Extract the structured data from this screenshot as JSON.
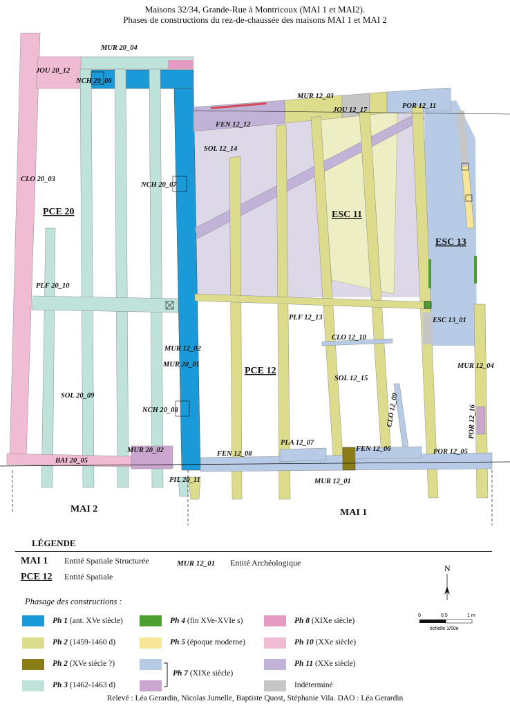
{
  "header": {
    "line1": "Maisons 32/34, Grande-Rue à Montricoux (MAI 1 et MAI2).",
    "line2": "Phases de constructions du rez-de-chaussée des maisons MAI 1 et MAI 2"
  },
  "colors": {
    "ph1": "#1a9ad9",
    "ph2": "#dcdc8c",
    "ph2b": "#8a7d18",
    "ph3": "#bfe3da",
    "ph4": "#4ba02f",
    "ph5": "#f7e59a",
    "ph7a": "#b7cbe6",
    "ph7b": "#cba7d0",
    "ph8": "#e59ac4",
    "ph10": "#f0bcd4",
    "ph11": "#c1b3d8",
    "indet": "#c6c6c6",
    "esc11": "#eeeec4",
    "sol12_14": "#dcd8e8"
  },
  "labels": {
    "mur20_04": "MUR 20_04",
    "jou20_12": "JOU 20_12",
    "nch20_06": "NCH 20_06",
    "clo20_03": "CLO 20_03",
    "pce20": "PCE 20",
    "nch20_07": "NCH 20_07",
    "plf20_10": "PLF 20_10",
    "mur12_02": "MUR 12_02",
    "mur20_01": "MUR 20_01",
    "sol20_09": "SOL 20_09",
    "nch20_08": "NCH 20_08",
    "bai20_05": "BAI 20_05",
    "mur20_02": "MUR 20_02",
    "pil20_11": "PIL 20_11",
    "mai2": "MAI 2",
    "mur12_03": "MUR 12_03",
    "jou12_17": "JOU 12_17",
    "por12_11": "POR 12_11",
    "fen12_12": "FEN 12_12",
    "sol12_14": "SOL 12_14",
    "esc11": "ESC 11",
    "esc13": "ESC 13",
    "plf12_13": "PLF 12_13",
    "esc13_01": "ESC 13_01",
    "clo12_10": "CLO 12_10",
    "pce12": "PCE 12",
    "sol12_15": "SOL 12_15",
    "clo12_09": "CLO 12_09",
    "mur12_04": "MUR 12_04",
    "por12_16": "POR 12_16",
    "fen12_08": "FEN 12_08",
    "pla12_07": "PLA 12_07",
    "fen12_06": "FEN 12_06",
    "por12_05": "POR 12_05",
    "mur12_01": "MUR 12_01",
    "mai1": "MAI 1"
  },
  "legend": {
    "title": "LÉGENDE",
    "code1": "MAI 1",
    "desc1": "Entité Spatiale Structurée",
    "code2": "MUR 12_01",
    "desc2": "Entité Archéologique",
    "code3": "PCE 12",
    "desc3": "Entité Spatiale",
    "phasage": "Phasage des constructions :",
    "items": [
      {
        "code": "Ph 1",
        "text": " (ant. XVe siècle)"
      },
      {
        "code": "Ph 2",
        "text": " (1459-1460 d)"
      },
      {
        "code": "Ph 2",
        "text": " (XVe siècle ?)"
      },
      {
        "code": "Ph 3",
        "text": " (1462-1463 d)"
      },
      {
        "code": "Ph 4",
        "text": " (fin XVe-XVIe s)"
      },
      {
        "code": "Ph 5",
        "text": " (époque moderne)"
      },
      {
        "code": "Ph 7",
        "text": " (XIXe siècle)"
      },
      {
        "code": "Ph 8",
        "text": " (XIXe siècle)"
      },
      {
        "code": "Ph 10",
        "text": " (XXe siècle)"
      },
      {
        "code": "Ph 11",
        "text": " (XXe siècle)"
      },
      {
        "code": "",
        "text": "Indéterminé"
      }
    ]
  },
  "north": "N",
  "scale": {
    "t0": "0",
    "t1": "0,5",
    "t2": "1 m",
    "ratio": "échelle 1/50e"
  },
  "footer": "Relevé : Léa Gerardin, Nicolas Jumelle, Baptiste Quost, Stéphanie Vila.   DAO : Léa Gerardin"
}
